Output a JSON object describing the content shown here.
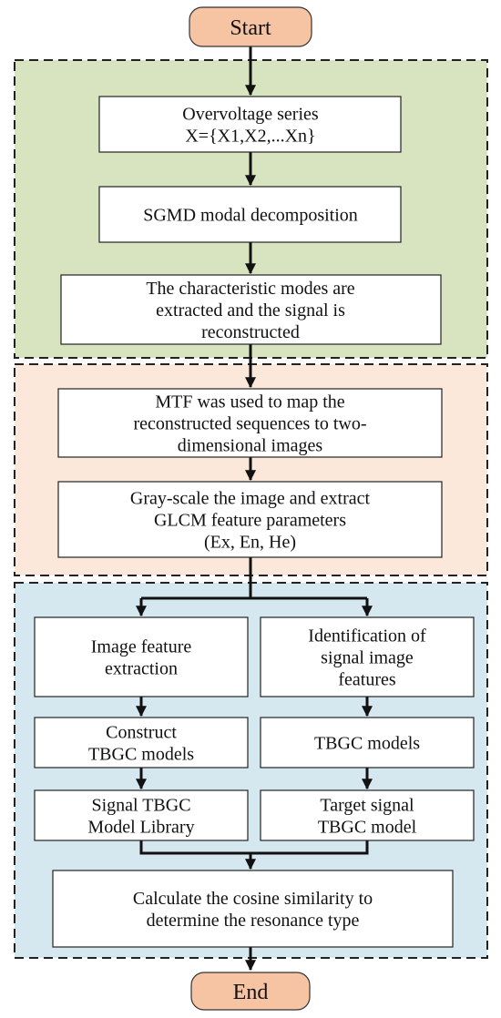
{
  "colors": {
    "terminal_fill": "#f7c4a3",
    "phase1_fill": "#d8e4bf",
    "phase2_fill": "#fce8da",
    "phase3_fill": "#d6e8ef",
    "arrow": "#111111"
  },
  "flow": {
    "start": "Start",
    "end": "End",
    "phase1": {
      "series": [
        "Overvoltage series",
        "X={X1,X2,...Xn}"
      ],
      "decomposition": [
        "SGMD modal decomposition"
      ],
      "reconstruction": [
        "The characteristic modes are",
        "extracted and the signal is",
        "reconstructed"
      ]
    },
    "phase2": {
      "mtf": [
        "MTF was used to map the",
        "reconstructed sequences to two-",
        "dimensional images"
      ],
      "glcm": [
        "Gray-scale the image and extract",
        "GLCM feature parameters",
        "(Ex, En, He)"
      ]
    },
    "phase3": {
      "left": {
        "feature_extraction": [
          "Image feature",
          "extraction"
        ],
        "construct_models": [
          "Construct",
          "TBGC models"
        ],
        "model_library": [
          "Signal TBGC",
          "Model Library"
        ]
      },
      "right": {
        "identification": [
          "Identification of",
          "signal image",
          "features"
        ],
        "models": [
          "TBGC models"
        ],
        "target_model": [
          "Target signal",
          "TBGC model"
        ]
      },
      "similarity": [
        "Calculate the cosine similarity to",
        "determine the resonance type"
      ]
    }
  }
}
